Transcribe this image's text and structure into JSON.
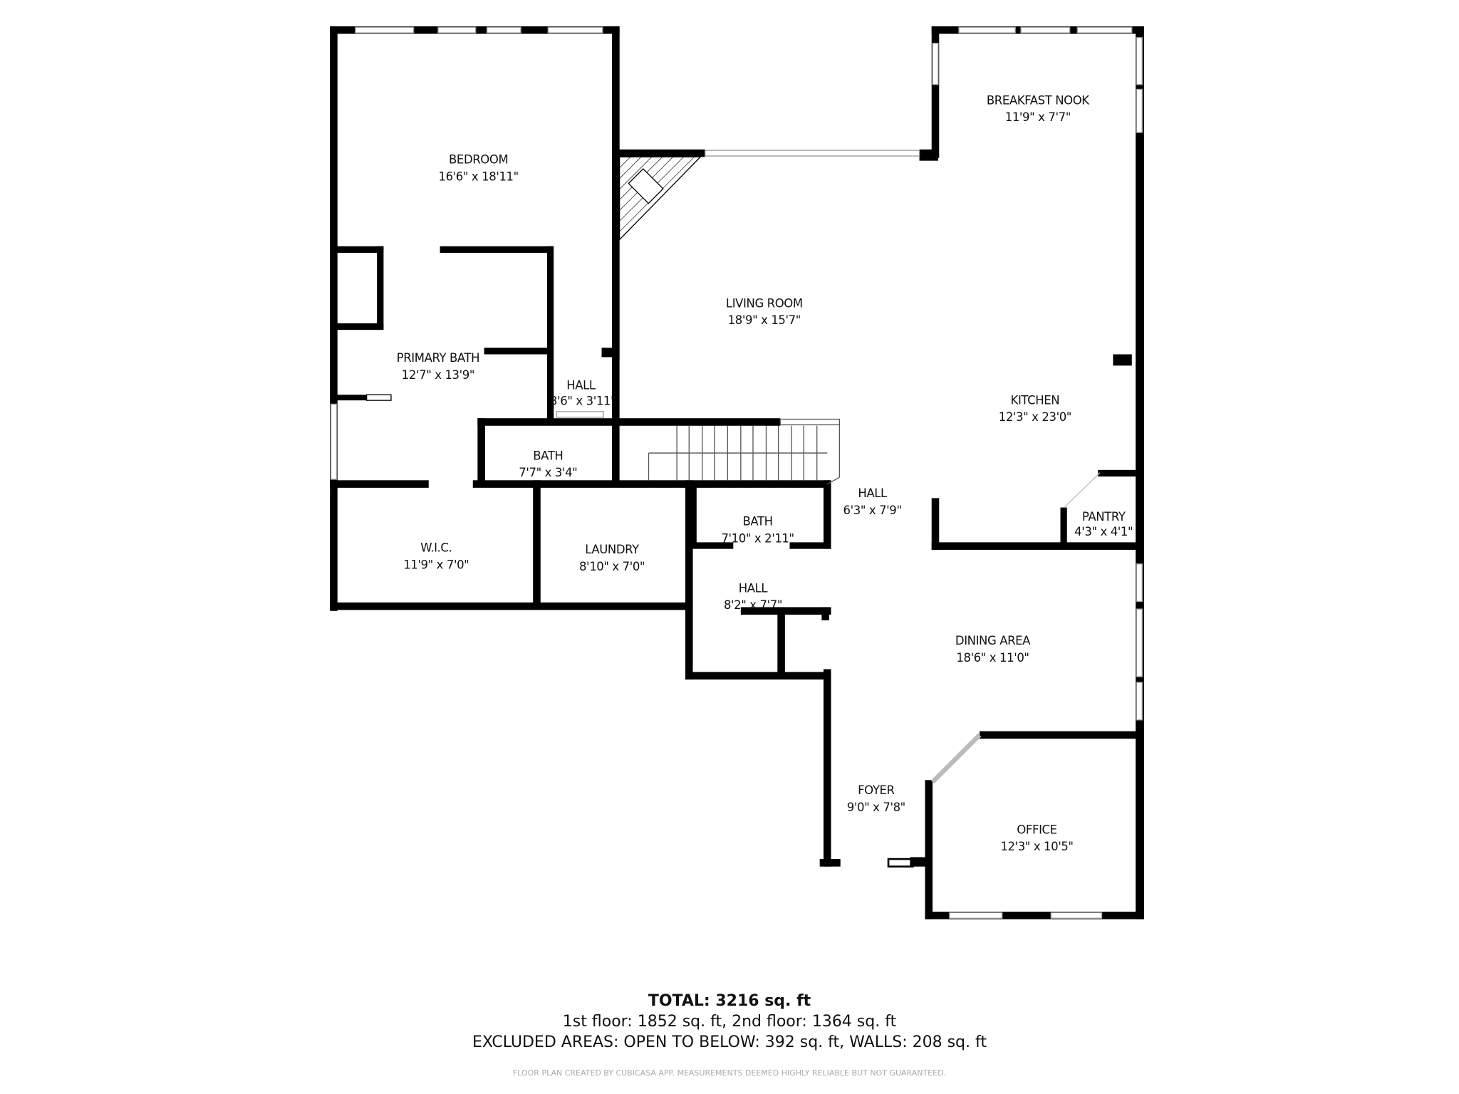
{
  "rooms": [
    {
      "name": "BEDROOM",
      "size": "16'6\" x 18'11\""
    },
    {
      "name": "BREAKFAST NOOK",
      "size": "11'9\" x 7'7\""
    },
    {
      "name": "LIVING ROOM",
      "size": "18'9\" x 15'7\""
    },
    {
      "name": "PRIMARY BATH",
      "size": "12'7\" x 13'9\""
    },
    {
      "name": "HALL",
      "size": "3'6\" x 3'11\""
    },
    {
      "name": "KITCHEN",
      "size": "12'3\" x 23'0\""
    },
    {
      "name": "BATH",
      "size": "7'7\" x 3'4\""
    },
    {
      "name": "HALL",
      "size": "6'3\" x 7'9\""
    },
    {
      "name": "BATH",
      "size": "7'10\" x 2'11\""
    },
    {
      "name": "PANTRY",
      "size": "4'3\" x 4'1\""
    },
    {
      "name": "W.I.C.",
      "size": "11'9\" x 7'0\""
    },
    {
      "name": "LAUNDRY",
      "size": "8'10\" x 7'0\""
    },
    {
      "name": "HALL",
      "size": "8'2\" x 7'7\""
    },
    {
      "name": "DINING AREA",
      "size": "18'6\" x 11'0\""
    },
    {
      "name": "FOYER",
      "size": "9'0\" x 7'8\""
    },
    {
      "name": "OFFICE",
      "size": "12'3\" x 10'5\""
    }
  ],
  "summary": {
    "total": "TOTAL: 3216 sq. ft",
    "floors": "1st floor: 1852 sq. ft, 2nd floor: 1364 sq. ft",
    "excluded": "EXCLUDED AREAS: OPEN TO BELOW: 392 sq. ft, WALLS: 208 sq. ft",
    "disclaimer": "FLOOR PLAN CREATED BY CUBICASA APP. MEASUREMENTS DEEMED HIGHLY RELIABLE BUT NOT GUARANTEED."
  },
  "colors": {
    "wall": "#000000",
    "window": "#ffffff",
    "window_frame": "#999999"
  }
}
